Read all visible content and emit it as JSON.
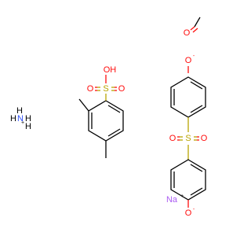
{
  "molecules": {
    "formaldehyde": {
      "oxygen": "O"
    },
    "xylenesulfonic_acid": {
      "hydroxyl": "OH",
      "sulfur": "S",
      "oxygen_left": "O",
      "oxygen_right": "O"
    },
    "ammonium": {
      "hydrogen_top": "H",
      "nitrogen": "N",
      "hydrogen_left": "H",
      "hydrogen_right": "H",
      "hydrogen_bottom": "H",
      "charge": "+"
    },
    "sulfonyldiphenolate": {
      "oxygen_top": "O",
      "charge_top": "-",
      "sulfur": "S",
      "oxygen_left": "O",
      "oxygen_right": "O",
      "oxygen_bottom": "O",
      "charge_bottom": "-"
    },
    "sodium": {
      "label": "Na",
      "charge": "+"
    }
  },
  "colors": {
    "carbon": "#000000",
    "oxygen": "#ff0d0d",
    "sulfur": "#b8a400",
    "nitrogen": "#3050f8",
    "sodium": "#ab5cf2"
  }
}
